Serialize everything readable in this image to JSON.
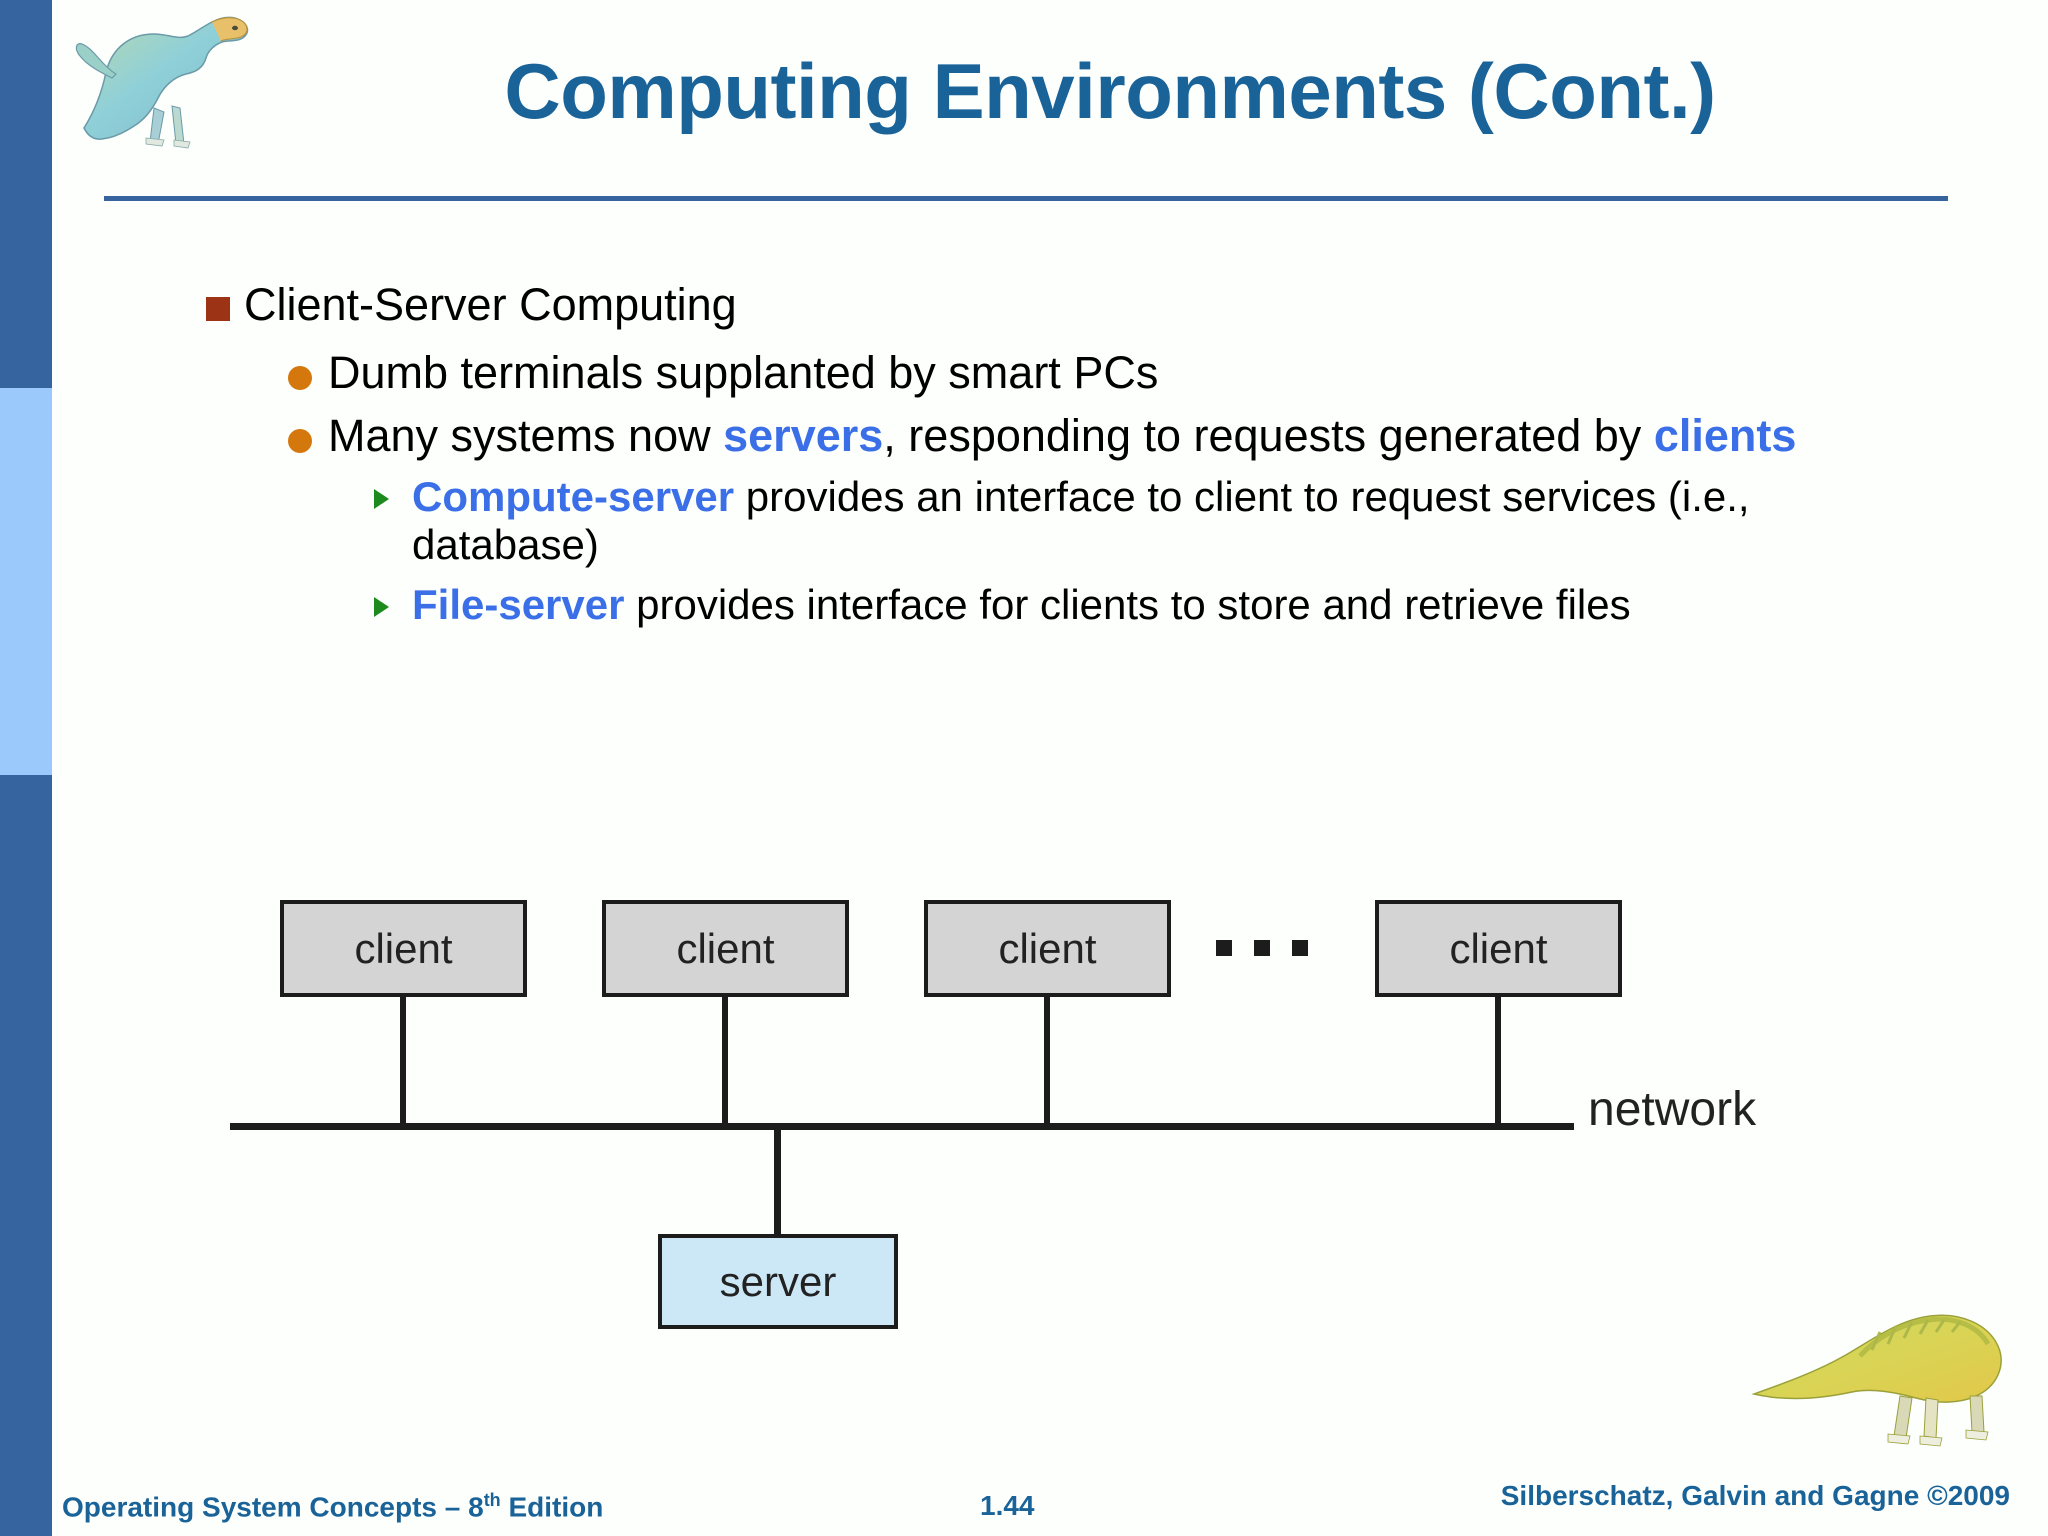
{
  "colors": {
    "title_blue": "#1a6399",
    "sidebar_dark": "#36649e",
    "sidebar_light": "#9cc9fc",
    "bullet1_square": "#9c3314",
    "bullet2_circle": "#d4770d",
    "bullet3_arrow": "#1d8a1d",
    "keyword_blue": "#3b6fe8",
    "client_box_fill": "#d4d4d4",
    "server_box_fill": "#cce8f7",
    "diagram_line": "#1c1c1c"
  },
  "header": {
    "title": "Computing Environments (Cont.)",
    "dino_icon": "dinosaur-illustration"
  },
  "body": {
    "bullets": [
      {
        "level": 1,
        "marker": "square",
        "segments": [
          {
            "text": "Client-Server Computing",
            "style": "plain"
          }
        ]
      },
      {
        "level": 2,
        "marker": "circle",
        "segments": [
          {
            "text": "Dumb terminals supplanted by smart PCs",
            "style": "plain"
          }
        ]
      },
      {
        "level": 2,
        "marker": "circle",
        "segments": [
          {
            "text": "Many systems now ",
            "style": "plain"
          },
          {
            "text": "servers",
            "style": "keyword"
          },
          {
            "text": ", responding to requests generated by ",
            "style": "plain"
          },
          {
            "text": "clients",
            "style": "keyword"
          }
        ]
      },
      {
        "level": 3,
        "marker": "arrow",
        "segments": [
          {
            "text": "Compute-server",
            "style": "keyword"
          },
          {
            "text": " provides an interface to client to request services (i.e., database)",
            "style": "plain"
          }
        ]
      },
      {
        "level": 3,
        "marker": "arrow",
        "segments": [
          {
            "text": "File-server",
            "style": "keyword"
          },
          {
            "text": " provides interface for clients to store and retrieve files",
            "style": "plain"
          }
        ]
      }
    ]
  },
  "diagram": {
    "type": "network-topology",
    "clients": [
      {
        "label": "client"
      },
      {
        "label": "client"
      },
      {
        "label": "client"
      },
      {
        "label": "client"
      }
    ],
    "ellipsis": "• • •",
    "network_label": "network",
    "server": {
      "label": "server"
    }
  },
  "footer": {
    "left_text": "Operating System Concepts – 8",
    "left_superscript": "th",
    "left_text_tail": " Edition",
    "page_number": "1.44",
    "copyright": "Silberschatz, Galvin and Gagne ©2009",
    "dino_icon": "dinosaur-illustration"
  }
}
